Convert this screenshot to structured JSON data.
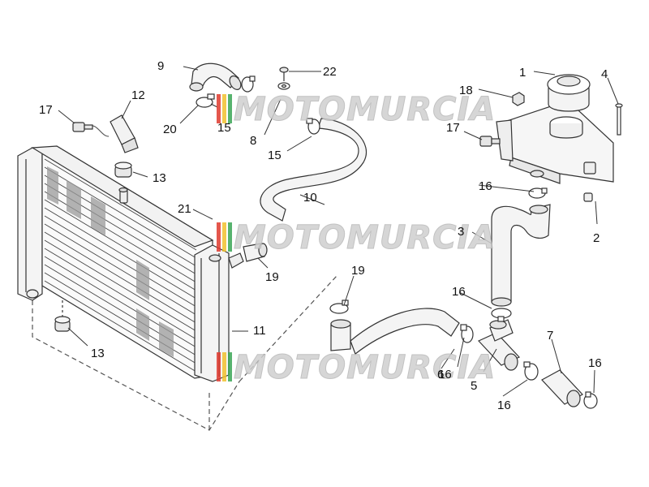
{
  "watermark": {
    "text": "MOTOMURCIA",
    "colors": [
      "#e03a2f",
      "#f2c12e",
      "#3aa655"
    ]
  },
  "callouts": [
    {
      "id": "c1",
      "label": "1"
    },
    {
      "id": "c2",
      "label": "2"
    },
    {
      "id": "c3",
      "label": "3"
    },
    {
      "id": "c4",
      "label": "4"
    },
    {
      "id": "c5",
      "label": "5"
    },
    {
      "id": "c6",
      "label": "6"
    },
    {
      "id": "c7",
      "label": "7"
    },
    {
      "id": "c8",
      "label": "8"
    },
    {
      "id": "c9",
      "label": "9"
    },
    {
      "id": "c10",
      "label": "10"
    },
    {
      "id": "c11",
      "label": "11"
    },
    {
      "id": "c12",
      "label": "12"
    },
    {
      "id": "c13a",
      "label": "13"
    },
    {
      "id": "c13b",
      "label": "13"
    },
    {
      "id": "c15a",
      "label": "15"
    },
    {
      "id": "c15b",
      "label": "15"
    },
    {
      "id": "c16a",
      "label": "16"
    },
    {
      "id": "c16b",
      "label": "16"
    },
    {
      "id": "c16c",
      "label": "16"
    },
    {
      "id": "c16d",
      "label": "16"
    },
    {
      "id": "c16e",
      "label": "16"
    },
    {
      "id": "c17a",
      "label": "17"
    },
    {
      "id": "c17b",
      "label": "17"
    },
    {
      "id": "c18",
      "label": "18"
    },
    {
      "id": "c19a",
      "label": "19"
    },
    {
      "id": "c19b",
      "label": "19"
    },
    {
      "id": "c20",
      "label": "20"
    },
    {
      "id": "c21",
      "label": "21"
    },
    {
      "id": "c22",
      "label": "22"
    }
  ]
}
